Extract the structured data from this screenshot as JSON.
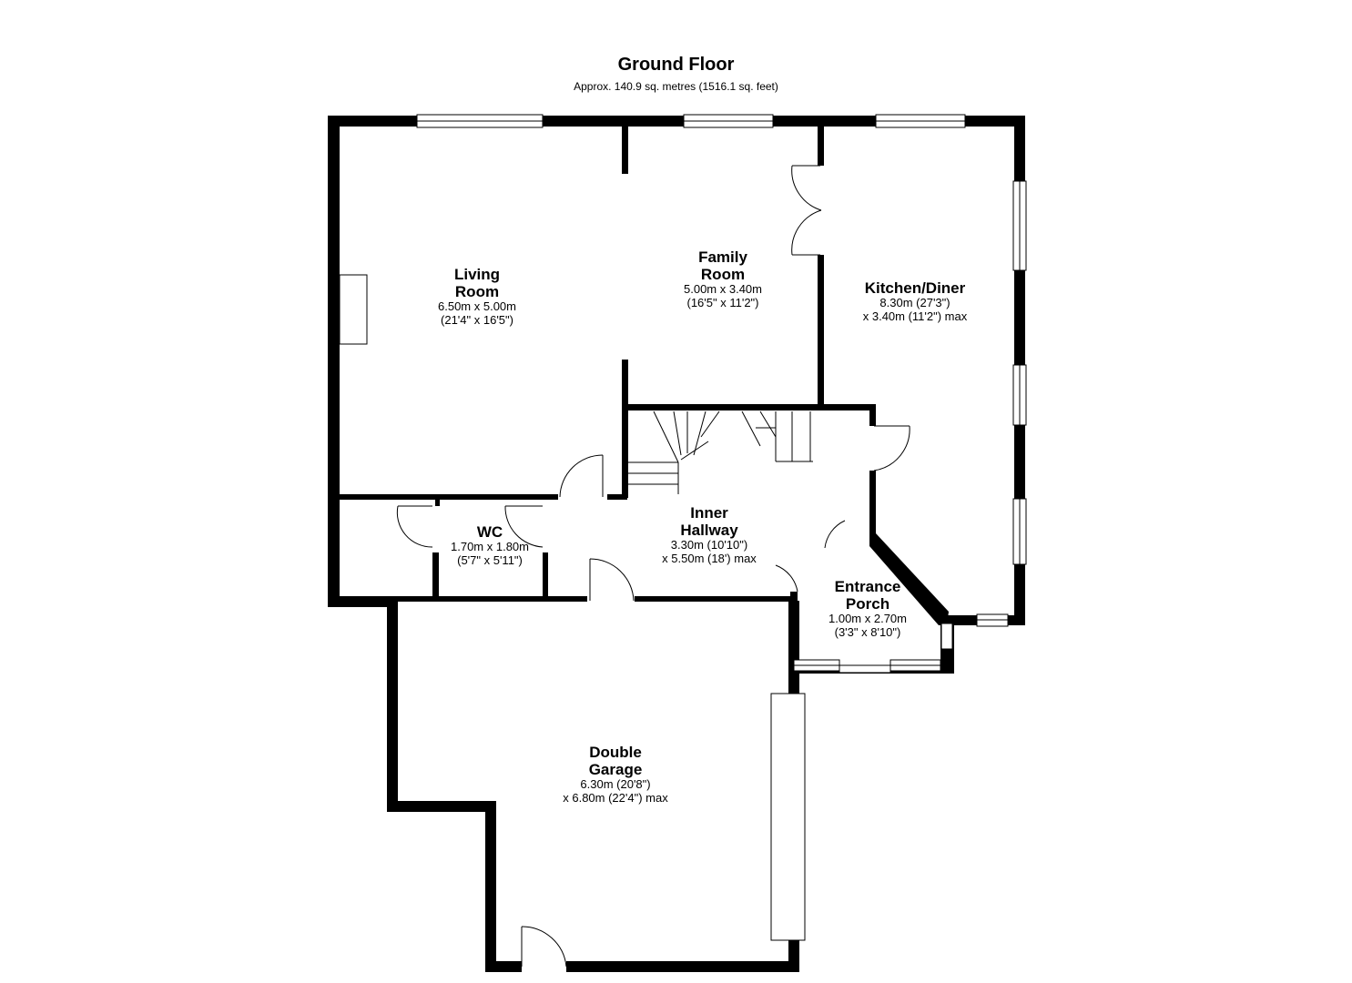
{
  "header": {
    "title": "Ground Floor",
    "subtitle": "Approx. 140.9 sq. metres (1516.1 sq. feet)"
  },
  "rooms": {
    "living": {
      "name_1": "Living",
      "name_2": "Room",
      "dim_1": "6.50m x 5.00m",
      "dim_2": "(21'4\" x 16'5\")"
    },
    "family": {
      "name_1": "Family",
      "name_2": "Room",
      "dim_1": "5.00m x 3.40m",
      "dim_2": "(16'5\" x 11'2\")"
    },
    "kitchen": {
      "name_1": "Kitchen/Diner",
      "dim_1": "8.30m (27'3\")",
      "dim_2": "x 3.40m (11'2\") max"
    },
    "wc": {
      "name_1": "WC",
      "dim_1": "1.70m x 1.80m",
      "dim_2": "(5'7\" x 5'11\")"
    },
    "hallway": {
      "name_1": "Inner",
      "name_2": "Hallway",
      "dim_1": "3.30m (10'10\")",
      "dim_2": "x 5.50m (18') max"
    },
    "porch": {
      "name_1": "Entrance",
      "name_2": "Porch",
      "dim_1": "1.00m x 2.70m",
      "dim_2": "(3'3\" x 8'10\")"
    },
    "garage": {
      "name_1": "Double",
      "name_2": "Garage",
      "dim_1": "6.30m (20'8\")",
      "dim_2": "x 6.80m (22'4\") max"
    }
  },
  "colors": {
    "wall": "#000000",
    "background": "#ffffff",
    "window_fill": "#ffffff"
  }
}
